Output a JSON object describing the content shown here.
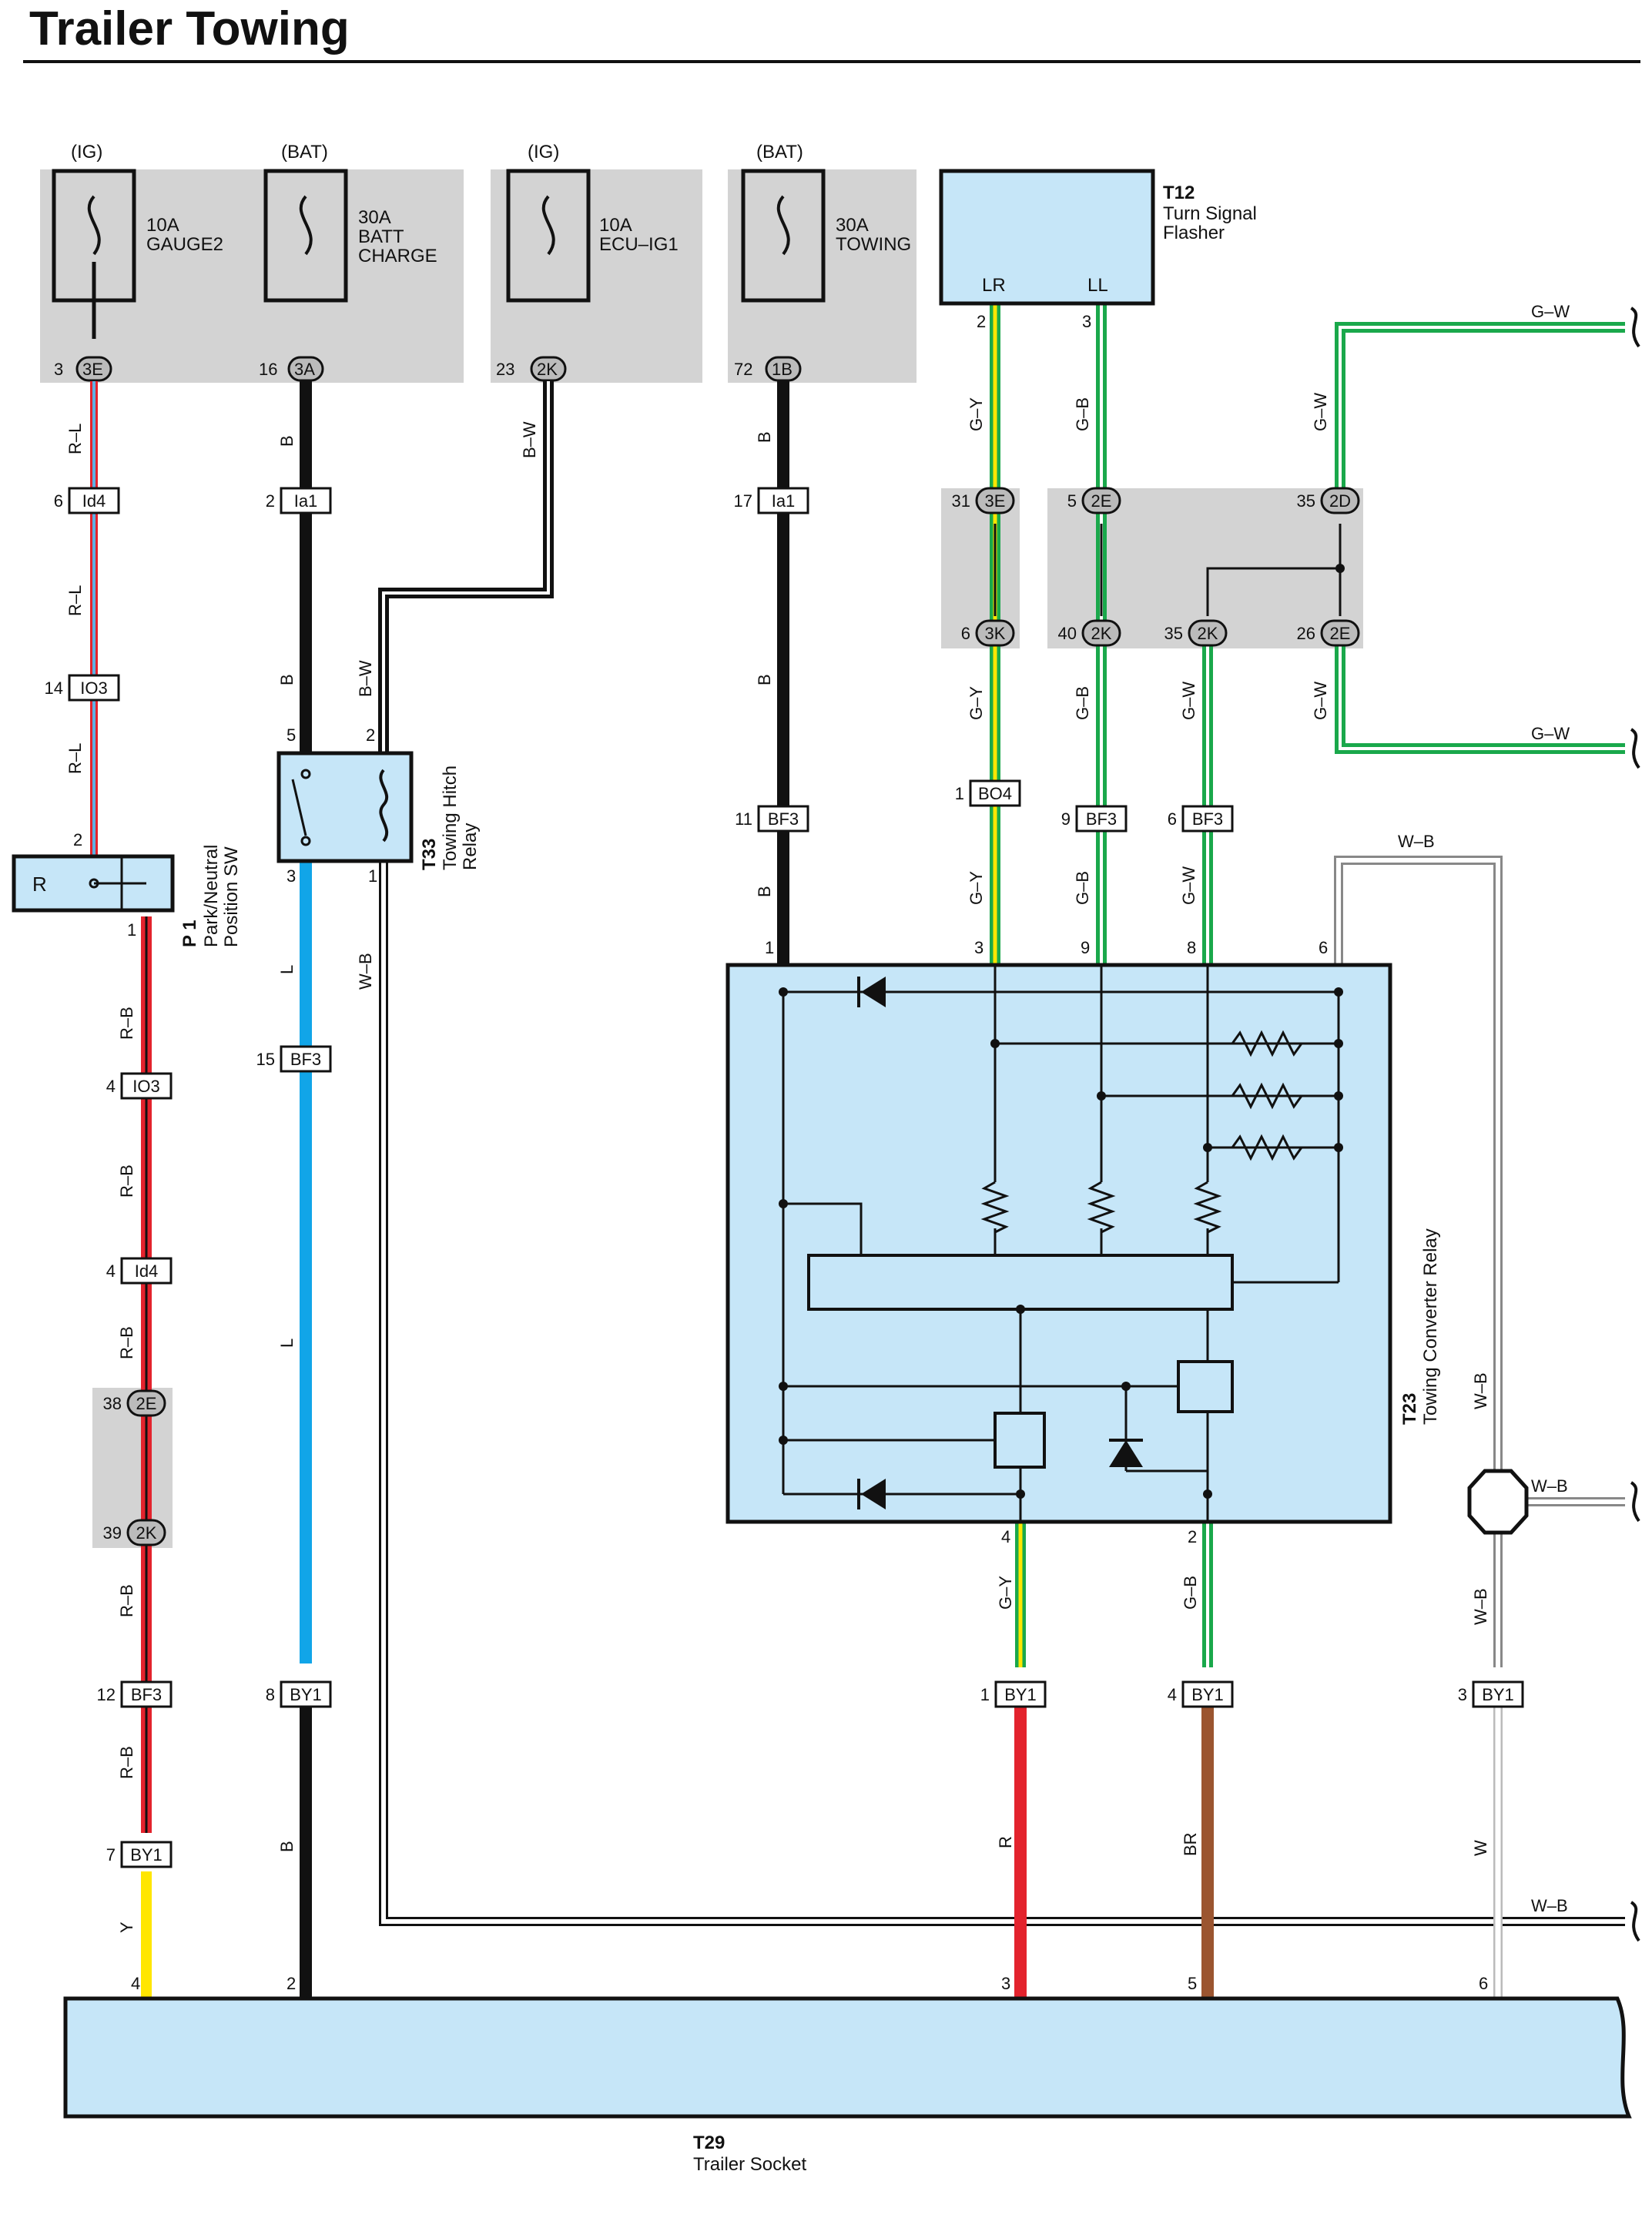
{
  "title": "Trailer Towing",
  "colors": {
    "panel": "#d3d3d3",
    "blue_fill": "#c6e6f8",
    "red": "#e3232d",
    "pale_blue": "#5fb0e3",
    "green": "#1aa84b",
    "yellow": "#ffe600",
    "brown": "#9b5530",
    "light_blue": "#11a5e8",
    "black": "#111111",
    "white": "#ffffff"
  },
  "fuses": [
    {
      "source": "(IG)",
      "amp": "10A",
      "name1": "GAUGE2",
      "name2": "",
      "pin": "3",
      "conn": "3E"
    },
    {
      "source": "(BAT)",
      "amp": "30A",
      "name1": "BATT",
      "name2": "CHARGE",
      "pin": "16",
      "conn": "3A"
    },
    {
      "source": "(IG)",
      "amp": "10A",
      "name1": "ECU–IG1",
      "name2": "",
      "pin": "23",
      "conn": "2K"
    },
    {
      "source": "(BAT)",
      "amp": "30A",
      "name1": "TOWING",
      "name2": "",
      "pin": "72",
      "conn": "1B"
    }
  ],
  "flasher": {
    "id": "T12",
    "name1": "Turn Signal",
    "name2": "Flasher",
    "pin_lr": "LR",
    "pin_ll": "LL",
    "n_lr": "2",
    "n_ll": "3"
  },
  "hitch_relay": {
    "id": "T33",
    "name1": "Towing Hitch",
    "name2": "Relay",
    "p5": "5",
    "p2": "2",
    "p3": "3",
    "p1": "1"
  },
  "position_sw": {
    "id": "P 1",
    "name1": "Park/Neutral",
    "name2": "Position SW",
    "label": "R",
    "p2": "2",
    "p1": "1"
  },
  "converter": {
    "id": "T23",
    "name": "Towing Converter Relay",
    "p1": "1",
    "p3": "3",
    "p9": "9",
    "p8": "8",
    "p6": "6",
    "p4": "4",
    "p2": "2"
  },
  "socket": {
    "id": "T29",
    "name": "Trailer Socket",
    "pins": [
      "4",
      "2",
      "3",
      "5",
      "6"
    ]
  },
  "connectors": [
    {
      "pin": "6",
      "name": "Id4"
    },
    {
      "pin": "14",
      "name": "IO3"
    },
    {
      "pin": "4",
      "name": "IO3"
    },
    {
      "pin": "4",
      "name": "Id4"
    },
    {
      "pin": "12",
      "name": "BF3"
    },
    {
      "pin": "7",
      "name": "BY1"
    },
    {
      "pin": "2",
      "name": "Ia1"
    },
    {
      "pin": "15",
      "name": "BF3"
    },
    {
      "pin": "8",
      "name": "BY1"
    },
    {
      "pin": "17",
      "name": "Ia1"
    },
    {
      "pin": "11",
      "name": "BF3"
    },
    {
      "pin": "1",
      "name": "BO4"
    },
    {
      "pin": "9",
      "name": "BF3"
    },
    {
      "pin": "6",
      "name": "BF3"
    },
    {
      "pin": "1",
      "name": "BY1"
    },
    {
      "pin": "4",
      "name": "BY1"
    },
    {
      "pin": "3",
      "name": "BY1"
    }
  ],
  "junctions": [
    {
      "pin": "38",
      "name": "2E"
    },
    {
      "pin": "39",
      "name": "2K"
    },
    {
      "pin": "31",
      "name": "3E"
    },
    {
      "pin": "6",
      "name": "3K"
    },
    {
      "pin": "5",
      "name": "2E"
    },
    {
      "pin": "35",
      "name": "2D"
    },
    {
      "pin": "40",
      "name": "2K"
    },
    {
      "pin": "35",
      "name": "2K"
    },
    {
      "pin": "26",
      "name": "2E"
    }
  ],
  "wire_labels": {
    "rl": "R–L",
    "rb": "R–B",
    "y": "Y",
    "b": "B",
    "bw": "B–W",
    "l": "L",
    "wb": "W–B",
    "gy": "G–Y",
    "gb": "G–B",
    "gw": "G–W",
    "r": "R",
    "br": "BR",
    "w": "W"
  }
}
